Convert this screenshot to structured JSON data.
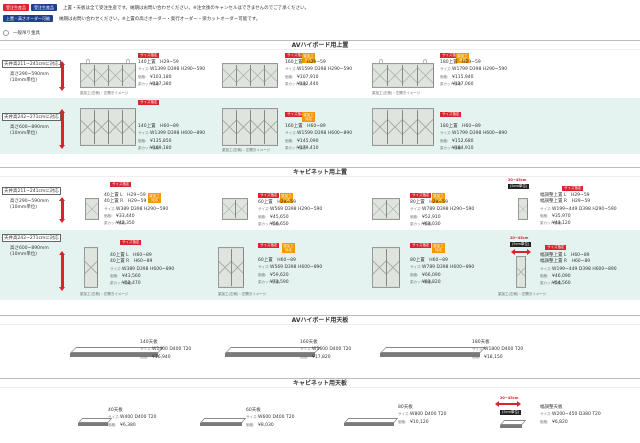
{
  "legend": {
    "row1": {
      "pills": [
        "受注生産品",
        "受注生産品"
      ],
      "text": "上置・天板は全て受注生産です。納期はお問い合わせください。※注文後のキャンセルはできませんのでご了承ください。"
    },
    "row2": {
      "pills": [
        "上置・高さオーダー可能"
      ],
      "text": "納期はお問い合わせください。※上置の高さオーダー・奥行オーダー・梁カットオーダー可能です。"
    },
    "row3": {
      "text": "一般吊り金具"
    }
  },
  "sections": {
    "av_upper": "AVハイボード用上置",
    "cab_upper": "キャビネット用上置",
    "av_top": "AVハイボード用天板",
    "cab_top": "キャビネット用天板"
  },
  "labels": {
    "rowA": {
      "tag": "天井高211~241cmに対応",
      "sub1": "高さ290~590mm",
      "sub2": "(10mm単位)"
    },
    "rowB": {
      "tag": "天井高242~271cmに対応",
      "sub1": "高さ600~890mm",
      "sub2": "(10mm単位)"
    },
    "rowC": {
      "tag": "天井高211~241cmに対応",
      "sub1": "高さ290~590mm",
      "sub2": "(10mm単位)"
    },
    "rowD": {
      "tag": "天井高242~271cmに対応",
      "sub1": "高さ600~890mm",
      "sub2": "(10mm単位)"
    }
  },
  "badges": {
    "order": "サイズ指定",
    "hari_top": "梁加工",
    "hari_bottom": "対応",
    "example": "梁加工(左側)・左開きイメージ"
  },
  "av_upper": {
    "a1": {
      "name": "140上置",
      "h": "H29~59",
      "size": "W1399 D398 H290~590",
      "price1": "¥103,180",
      "price2": "¥127,380"
    },
    "a2": {
      "name": "160上置",
      "h": "H29~59",
      "size": "W1599 D398 H290~590",
      "price1": "¥107,910",
      "price2": "¥132,440"
    },
    "a3": {
      "name": "180上置",
      "h": "H29~59",
      "size": "W1799 D398 H290~590",
      "price1": "¥115,940",
      "price2": "¥137,060"
    },
    "b1": {
      "name": "140上置",
      "h": "H60~89",
      "size": "W1399 D398 H600~890",
      "price1": "¥135,850",
      "price2": "¥169,180"
    },
    "b2": {
      "name": "160上置",
      "h": "H60~89",
      "size": "W1599 D398 H600~890",
      "price1": "¥145,090",
      "price2": "¥179,410"
    },
    "b3": {
      "name": "180上置",
      "h": "H60~89",
      "size": "W1799 D398 H600~890",
      "price1": "¥152,680",
      "price2": "¥184,910"
    }
  },
  "cab_upper": {
    "c1": {
      "name1": "40上置 L",
      "name2": "40上置 R",
      "h": "H29~59",
      "size": "W389 D398 H290~590",
      "price1": "¥33,440",
      "price2": "¥42,350"
    },
    "c2": {
      "name": "60上置",
      "h": "H29~59",
      "size": "W569 D398 H290~590",
      "price1": "¥45,650",
      "price2": "¥56,650"
    },
    "c3": {
      "name": "80上置",
      "h": "H29~59",
      "size": "W789 D398 H290~590",
      "price1": "¥52,910",
      "price2": "¥63,030"
    },
    "c4": {
      "name1": "幅調整上置 L",
      "name2": "幅調整上置 R",
      "h": "H29~59",
      "size": "W199~449 D398 H290~590",
      "price1": "¥35,970",
      "price2": "¥43,120",
      "note": "20~45cm",
      "note2": "(5cm単位)"
    },
    "d1": {
      "name1": "40上置 L",
      "name2": "40上置 R",
      "h": "H60~89",
      "size": "W389 D398 H600~890",
      "price1": "¥43,560",
      "price2": "¥52,470"
    },
    "d2": {
      "name": "60上置",
      "h": "H60~89",
      "size": "W569 D398 H600~890",
      "price1": "¥59,620",
      "price2": "¥73,590"
    },
    "d3": {
      "name": "80上置",
      "h": "H60~89",
      "size": "W789 D398 H600~890",
      "price1": "¥66,090",
      "price2": "¥83,820"
    },
    "d4": {
      "name1": "幅調整上置 L",
      "name2": "幅調整上置 R",
      "h": "H60~89",
      "size": "W199~449 D398 H600~890",
      "price1": "¥46,090",
      "price2": "¥54,560",
      "note": "20~45cm",
      "note2": "(5cm単位)"
    }
  },
  "av_top": {
    "t1": {
      "name": "140天板",
      "size": "W1400 D400 T20",
      "price": "¥16,940"
    },
    "t2": {
      "name": "160天板",
      "size": "W1600 D400 T20",
      "price": "¥17,820"
    },
    "t3": {
      "name": "180天板",
      "size": "W1800 D400 T20",
      "price": "¥18,150"
    }
  },
  "cab_top": {
    "s1": {
      "name": "40天板",
      "size": "W400 D400 T20",
      "price": "¥6,380"
    },
    "s2": {
      "name": "60天板",
      "size": "W600 D400 T20",
      "price": "¥8,030"
    },
    "s3": {
      "name": "80天板",
      "size": "W800 D400 T20",
      "price": "¥10,120"
    },
    "s4": {
      "name": "幅調整天板",
      "size": "W200~450 D380 T20",
      "price": "¥6,820",
      "note": "20~45cm",
      "note2": "(5cm単位)"
    }
  },
  "spec_labels": {
    "size": "サイズ:",
    "price": "価格:",
    "cut": "梁カット価格:"
  },
  "colors": {
    "accent_red": "#d9232e",
    "accent_blue": "#1f3f8f",
    "band_green": "#e4f3ef",
    "orange": "#f39800"
  }
}
